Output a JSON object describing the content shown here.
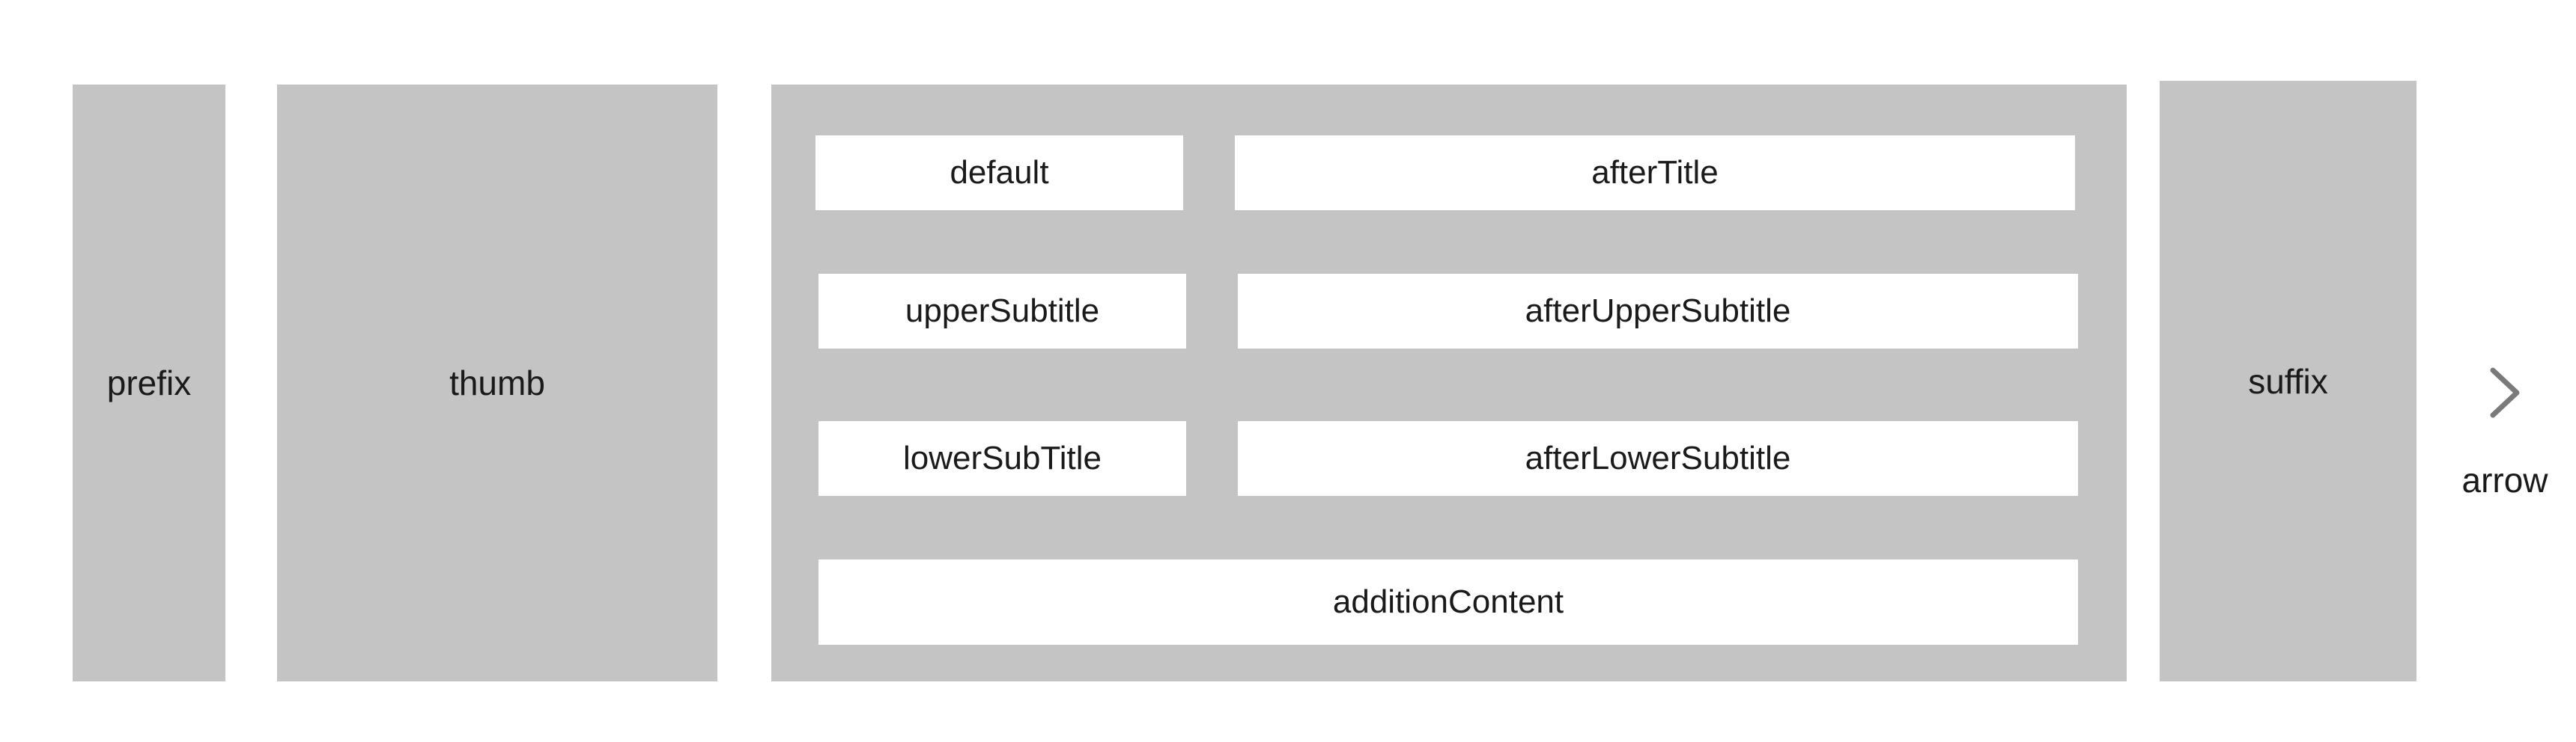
{
  "diagram": {
    "prefix": "prefix",
    "thumb": "thumb",
    "content": {
      "default": "default",
      "after_title": "afterTitle",
      "upper_subtitle": "upperSubtitle",
      "after_upper_subtitle": "afterUpperSubtitle",
      "lower_subtitle": "lowerSubTitle",
      "after_lower_subtitle": "afterLowerSubtitle",
      "addition_content": "additionContent"
    },
    "suffix": "suffix",
    "arrow": {
      "icon": "chevron-right-icon",
      "label": "arrow"
    }
  },
  "colors": {
    "region": "#c4c4c4",
    "slot": "#ffffff",
    "arrow_icon": "#7a7a7a"
  }
}
